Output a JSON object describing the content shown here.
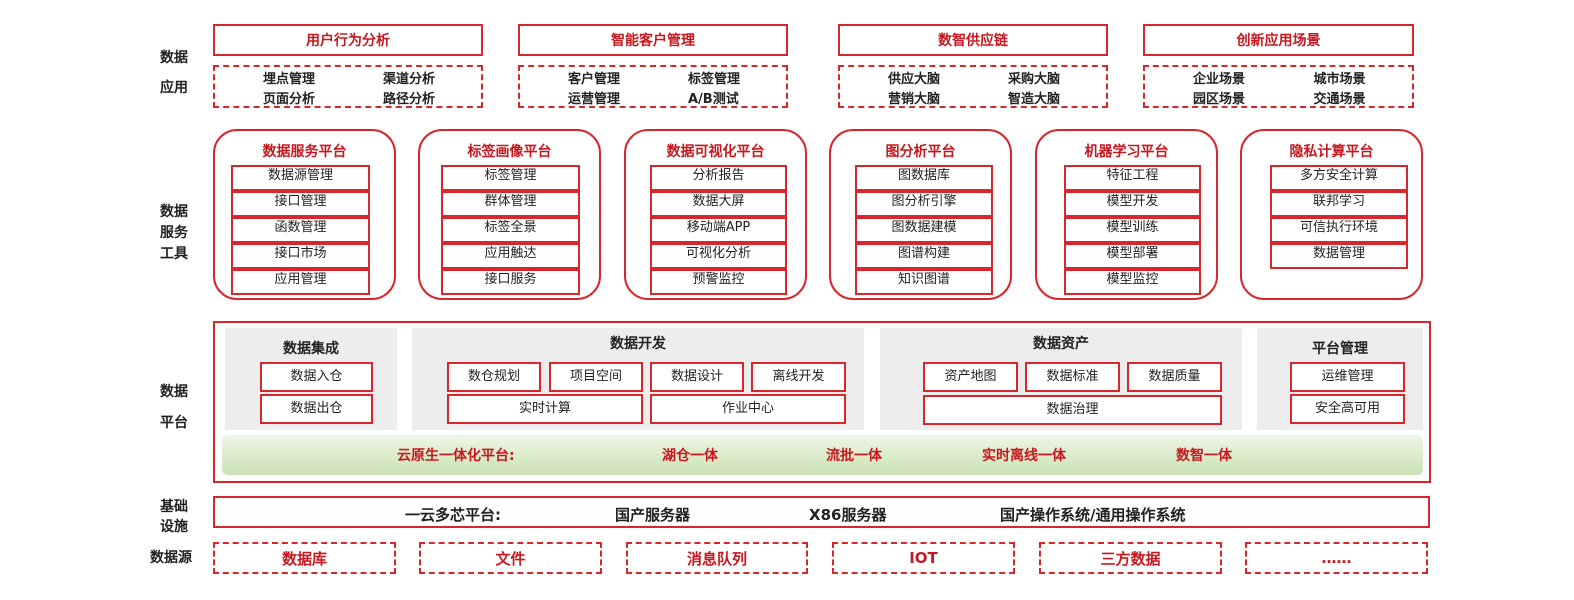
{
  "row_labels": {
    "data_app_1": "数据",
    "data_app_2": "应用",
    "service_1": "数据",
    "service_2": "服务",
    "service_3": "工具",
    "platform_1": "数据",
    "platform_2": "平台",
    "infra_1": "基础",
    "infra_2": "设施",
    "source": "数据源"
  },
  "applications": [
    {
      "title": "用户行为分析",
      "items": [
        "埋点管理",
        "渠道分析",
        "页面分析",
        "路径分析"
      ]
    },
    {
      "title": "智能客户管理",
      "items": [
        "客户管理",
        "标签管理",
        "运营管理",
        "A/B测试"
      ]
    },
    {
      "title": "数智供应链",
      "items": [
        "供应大脑",
        "采购大脑",
        "营销大脑",
        "智造大脑"
      ]
    },
    {
      "title": "创新应用场景",
      "items": [
        "企业场景",
        "城市场景",
        "园区场景",
        "交通场景"
      ]
    }
  ],
  "tools": [
    {
      "title": "数据服务平台",
      "items": [
        "数据源管理",
        "接口管理",
        "函数管理",
        "接口市场",
        "应用管理"
      ]
    },
    {
      "title": "标签画像平台",
      "items": [
        "标签管理",
        "群体管理",
        "标签全景",
        "应用触达",
        "接口服务"
      ]
    },
    {
      "title": "数据可视化平台",
      "items": [
        "分析报告",
        "数据大屏",
        "移动端APP",
        "可视化分析",
        "预警监控"
      ]
    },
    {
      "title": "图分析平台",
      "items": [
        "图数据库",
        "图分析引擎",
        "图数据建模",
        "图谱构建",
        "知识图谱"
      ]
    },
    {
      "title": "机器学习平台",
      "items": [
        "特征工程",
        "模型开发",
        "模型训练",
        "模型部署",
        "模型监控"
      ]
    },
    {
      "title": "隐私计算平台",
      "items": [
        "多方安全计算",
        "联邦学习",
        "可信执行环境",
        "数据管理"
      ]
    }
  ],
  "platform": {
    "integration": {
      "title": "数据集成",
      "items": [
        "数据入仓",
        "数据出仓"
      ]
    },
    "development": {
      "title": "数据开发",
      "row1": [
        "数仓规划",
        "项目空间",
        "数据设计",
        "离线开发"
      ],
      "row2": [
        "实时计算",
        "作业中心"
      ]
    },
    "assets": {
      "title": "数据资产",
      "row1": [
        "资产地图",
        "数据标准",
        "数据质量"
      ],
      "row2": [
        "数据治理"
      ]
    },
    "management": {
      "title": "平台管理",
      "items": [
        "运维管理",
        "安全高可用"
      ]
    },
    "cloud_native": {
      "label": "云原生一体化平台:",
      "items": [
        "湖仓一体",
        "流批一体",
        "实时离线一体",
        "数智一体"
      ]
    }
  },
  "infra": {
    "label": "一云多芯平台:",
    "items": [
      "国产服务器",
      "X86服务器",
      "国产操作系统/通用操作系统"
    ]
  },
  "sources": [
    "数据库",
    "文件",
    "消息队列",
    "IOT",
    "三方数据",
    "……"
  ]
}
